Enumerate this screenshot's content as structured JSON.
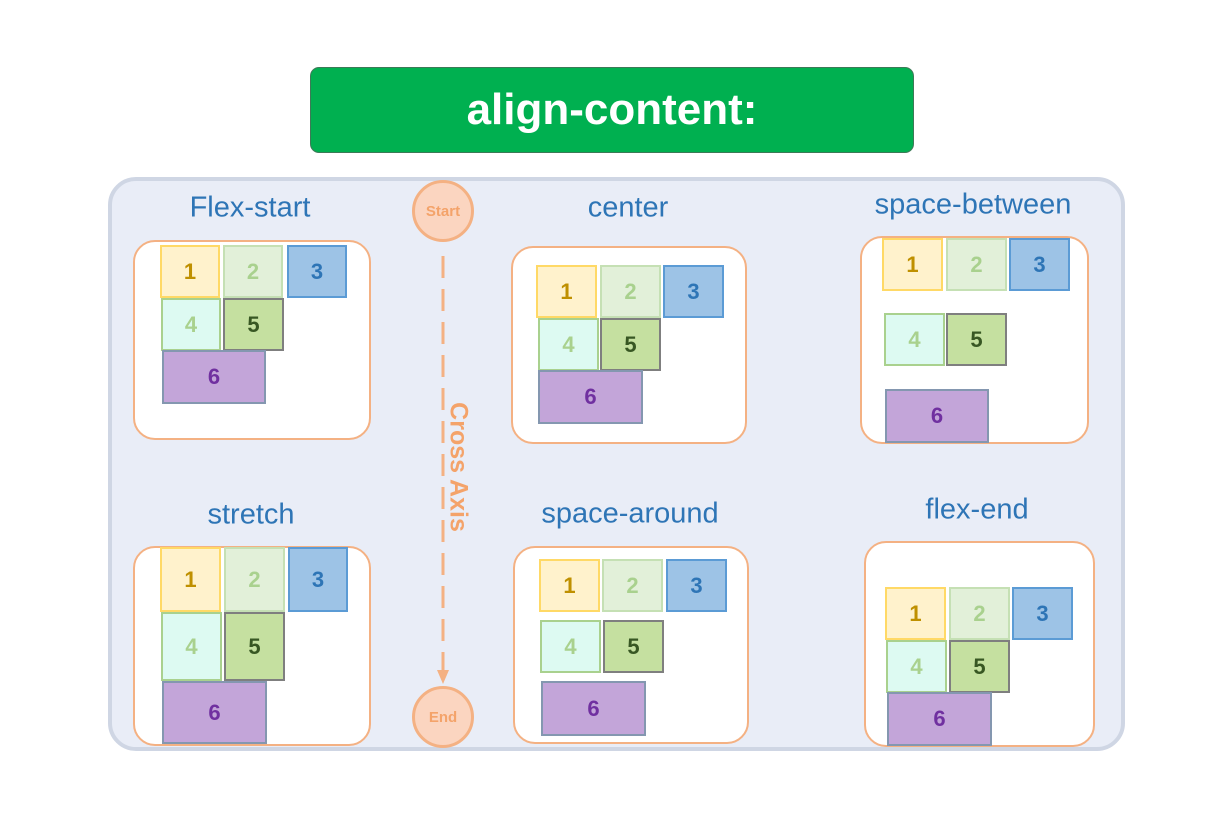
{
  "title": "align-content:",
  "axis": {
    "start_label": "Start",
    "end_label": "End",
    "label": "Cross Axis"
  },
  "examples": [
    {
      "title": "Flex-start",
      "items": [
        "1",
        "2",
        "3",
        "4",
        "5",
        "6"
      ]
    },
    {
      "title": "center",
      "items": [
        "1",
        "2",
        "3",
        "4",
        "5",
        "6"
      ]
    },
    {
      "title": "space-between",
      "items": [
        "1",
        "2",
        "3",
        "4",
        "5",
        "6"
      ]
    },
    {
      "title": "stretch",
      "items": [
        "1",
        "2",
        "3",
        "4",
        "5",
        "6"
      ]
    },
    {
      "title": "space-around",
      "items": [
        "1",
        "2",
        "3",
        "4",
        "5",
        "6"
      ]
    },
    {
      "title": "flex-end",
      "items": [
        "1",
        "2",
        "3",
        "4",
        "5",
        "6"
      ]
    }
  ],
  "colors": {
    "banner": "#00b050",
    "panel": "#e9edf7",
    "title_text": "#2e75b6",
    "box_border": "#f4b183",
    "axis": "#f4b183"
  }
}
